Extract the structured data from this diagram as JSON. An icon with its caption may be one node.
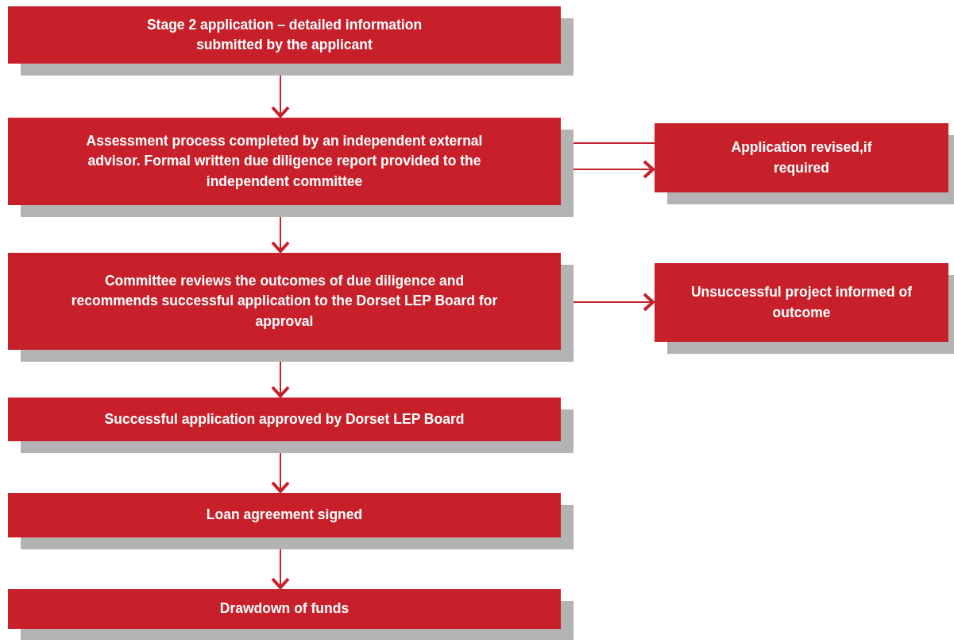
{
  "diagram": {
    "nodes": [
      {
        "text": [
          "Stage 2 application – detailed information submitted by the applicant"
        ]
      },
      {
        "text": [
          "Assessment process completed by an independent external advisor. Formal written due diligence report provided to the independent committee"
        ]
      },
      {
        "text": [
          "Application revised,if required"
        ]
      },
      {
        "text": [
          "Committee reviews the outcomes of due diligence and recommends successful application to the Dorset LEP Board for approval"
        ]
      },
      {
        "text": [
          "Unsuccessful project informed of outcome"
        ]
      },
      {
        "text": [
          "Successful application approved by Dorset LEP Board"
        ]
      },
      {
        "text": [
          "Loan agreement signed"
        ]
      },
      {
        "text": [
          "Drawdown of funds"
        ]
      }
    ],
    "edges": [
      {
        "from": 0,
        "to": 1,
        "arrow": "to"
      },
      {
        "from": 2,
        "to": 1,
        "arrow": "to"
      },
      {
        "from": 1,
        "to": 2,
        "arrow": "to"
      },
      {
        "from": 1,
        "to": 3,
        "arrow": "to"
      },
      {
        "from": 3,
        "to": 4,
        "arrow": "to"
      },
      {
        "from": 3,
        "to": 5,
        "arrow": "to"
      },
      {
        "from": 5,
        "to": 6,
        "arrow": "to"
      },
      {
        "from": 6,
        "to": 7,
        "arrow": "to"
      }
    ]
  }
}
